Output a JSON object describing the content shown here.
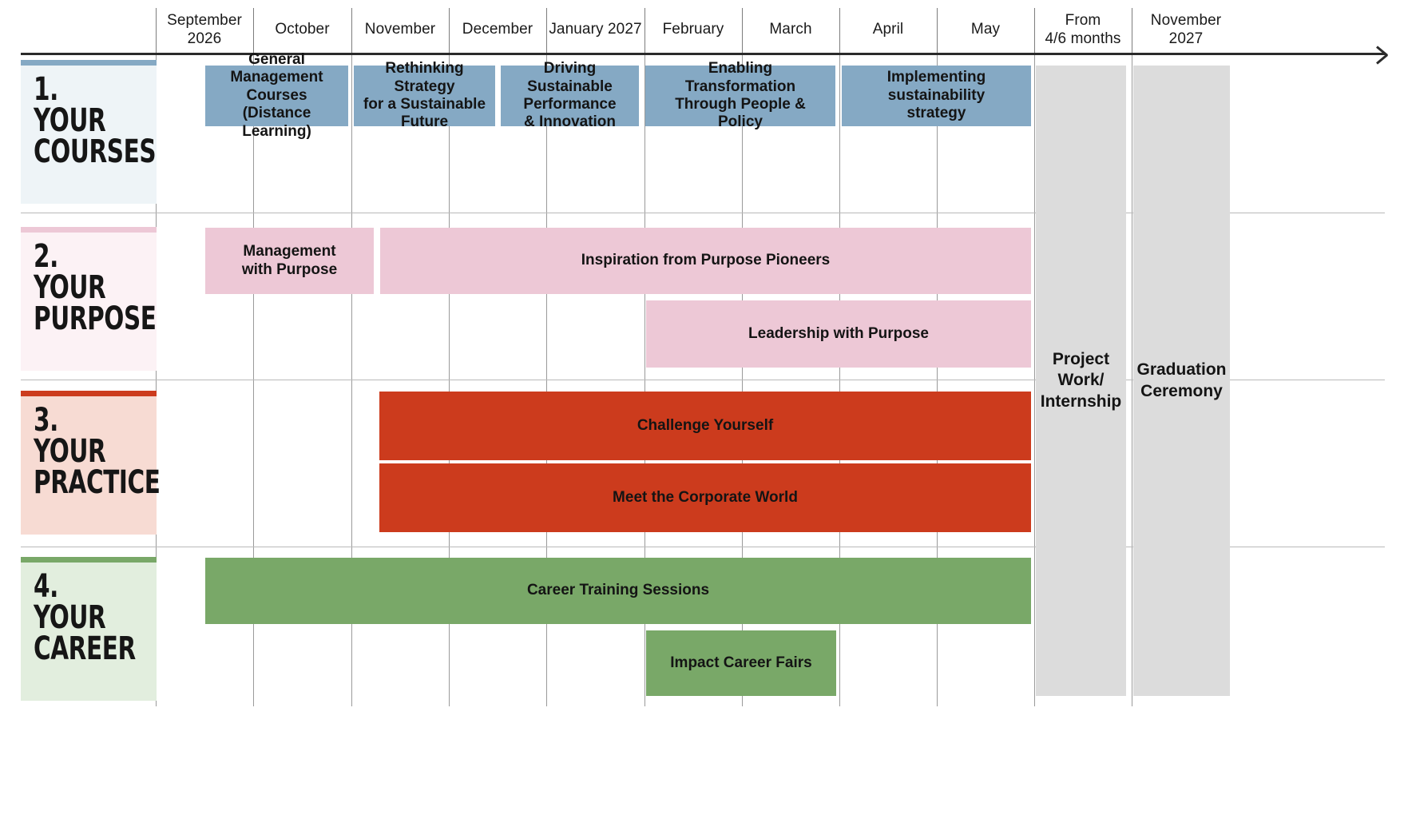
{
  "chart_data": {
    "type": "bar",
    "title": "",
    "xlabel": "",
    "ylabel": "",
    "timeline_columns": [
      "September 2026",
      "October",
      "November",
      "December",
      "January 2027",
      "February",
      "March",
      "April",
      "May",
      "From\n4/6 months",
      "November 2027"
    ],
    "categories": [
      "1. YOUR COURSES",
      "2. YOUR PURPOSE",
      "3. YOUR PRACTICE",
      "4. YOUR CAREER"
    ],
    "series": [
      {
        "name": "1. YOUR COURSES",
        "color": "#85a9c4",
        "items": [
          {
            "label": "General Management Courses (Distance Learning)",
            "start": "mid-September 2026",
            "end": "mid-November 2026"
          },
          {
            "label": "Rethinking Strategy for a Sustainable Future",
            "start": "mid-November 2026",
            "end": "mid-December 2026"
          },
          {
            "label": "Driving Sustainable Performance & Innovation",
            "start": "mid-December 2026",
            "end": "early February 2027"
          },
          {
            "label": "Enabling Transformation Through People & Policy",
            "start": "early February 2027",
            "end": "early April 2027"
          },
          {
            "label": "Implementing sustainability strategy",
            "start": "early April 2027",
            "end": "end of May 2027"
          }
        ]
      },
      {
        "name": "2. YOUR PURPOSE",
        "color": "#edc8d6",
        "items": [
          {
            "label": "Management with Purpose",
            "start": "mid-September 2026",
            "end": "mid-November 2026"
          },
          {
            "label": "Inspiration from Purpose Pioneers",
            "start": "mid-November 2026",
            "end": "end of May 2027"
          },
          {
            "label": "Leadership with Purpose",
            "start": "early February 2027",
            "end": "end of May 2027"
          }
        ]
      },
      {
        "name": "3. YOUR PRACTICE",
        "color": "#cc3b1d",
        "items": [
          {
            "label": "Challenge Yourself",
            "start": "mid-November 2026",
            "end": "end of May 2027"
          },
          {
            "label": "Meet the Corporate World",
            "start": "mid-November 2026",
            "end": "end of May 2027"
          }
        ]
      },
      {
        "name": "4. YOUR CAREER",
        "color": "#79a868",
        "items": [
          {
            "label": "Career Training Sessions",
            "start": "mid-September 2026",
            "end": "end of May 2027"
          },
          {
            "label": "Impact Career Fairs",
            "start": "early February 2027",
            "end": "early April 2027"
          }
        ]
      }
    ],
    "end_phases": [
      {
        "label": "Project Work/ Internship",
        "column": "From 4/6 months",
        "color": "#dcdcdc"
      },
      {
        "label": "Graduation Ceremony",
        "column": "November 2027",
        "color": "#dcdcdc"
      }
    ]
  },
  "header": {
    "columns": [
      {
        "label": "September 2026"
      },
      {
        "label": "October"
      },
      {
        "label": "November"
      },
      {
        "label": "December"
      },
      {
        "label": "January 2027"
      },
      {
        "label": "February"
      },
      {
        "label": "March"
      },
      {
        "label": "April"
      },
      {
        "label": "May"
      },
      {
        "label": "From\n4/6 months"
      },
      {
        "label": "November 2027"
      }
    ]
  },
  "categories": [
    {
      "title": "1. YOUR\nCOURSES",
      "stripe": "#85a9c4",
      "bg": "#eef4f7"
    },
    {
      "title": "2. YOUR\nPURPOSE",
      "stripe": "#edc8d6",
      "bg": "#fcf2f5"
    },
    {
      "title": "3. YOUR\nPRACTICE",
      "stripe": "#cc3b1d",
      "bg": "#f7dbd3"
    },
    {
      "title": "4. YOUR\nCAREER",
      "stripe": "#79a868",
      "bg": "#e2eede"
    }
  ],
  "bars": {
    "courses": [
      {
        "label": "General Management\nCourses\n(Distance Learning)"
      },
      {
        "label": "Rethinking Strategy\nfor a Sustainable\nFuture"
      },
      {
        "label": "Driving Sustainable\nPerformance\n& Innovation"
      },
      {
        "label": "Enabling Transformation\nThrough People & Policy"
      },
      {
        "label": "Implementing\nsustainability\nstrategy"
      }
    ],
    "purpose": [
      {
        "label": "Management\nwith Purpose"
      },
      {
        "label": "Inspiration from Purpose Pioneers"
      },
      {
        "label": "Leadership with Purpose"
      }
    ],
    "practice": [
      {
        "label": "Challenge Yourself"
      },
      {
        "label": "Meet the Corporate World"
      }
    ],
    "career": [
      {
        "label": "Career Training Sessions"
      },
      {
        "label": "Impact Career Fairs"
      }
    ],
    "phases": [
      {
        "label": "Project\nWork/\nInternship"
      },
      {
        "label": "Graduation\nCeremony"
      }
    ]
  }
}
